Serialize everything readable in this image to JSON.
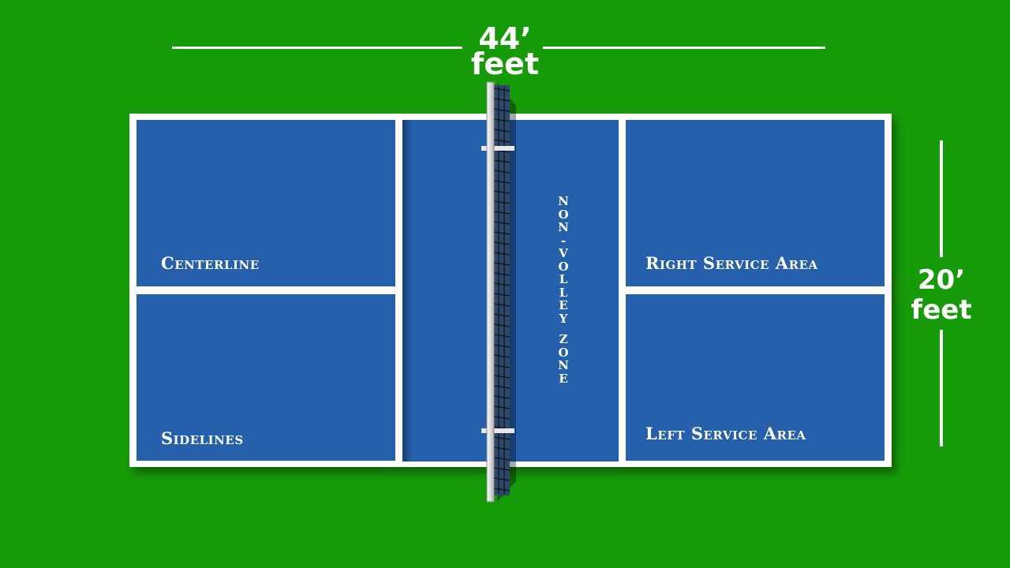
{
  "dimensions": {
    "length_value": "44’",
    "length_unit": "feet",
    "width_value": "20’",
    "width_unit": "feet"
  },
  "court_labels": {
    "centerline": "Centerline",
    "sidelines": "Sidelines",
    "right_service_area": "Right Service Area",
    "left_service_area": "Left Service Area",
    "non_volley_zone": "Non-Volley Zone"
  },
  "colors": {
    "background": "#169b08",
    "court_surface": "#2460ac",
    "lines": "#ffffff",
    "net_post": "#d9d9d9",
    "net_mesh": "#1a1a1a"
  }
}
